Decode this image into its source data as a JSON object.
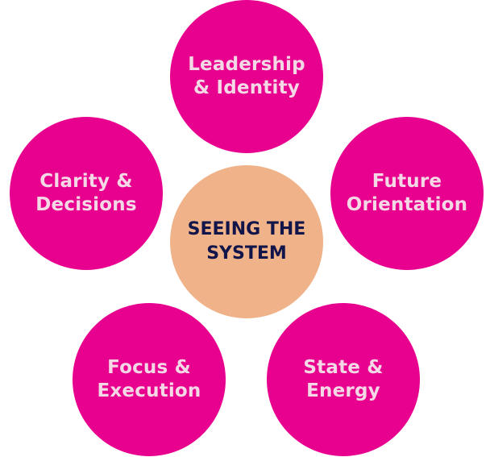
{
  "colors": {
    "outer_fill": "#e8008f",
    "outer_text": "#f4d8e6",
    "center_fill": "#f0b389",
    "center_text": "#12154a"
  },
  "center": {
    "lines": [
      "SEEING THE",
      "SYSTEM"
    ]
  },
  "nodes": [
    {
      "lines": [
        "Leadership",
        "& Identity"
      ]
    },
    {
      "lines": [
        "Clarity &",
        "Decisions"
      ]
    },
    {
      "lines": [
        "Future",
        "Orientation"
      ]
    },
    {
      "lines": [
        "Focus &",
        "Execution"
      ]
    },
    {
      "lines": [
        "State &",
        "Energy"
      ]
    }
  ]
}
